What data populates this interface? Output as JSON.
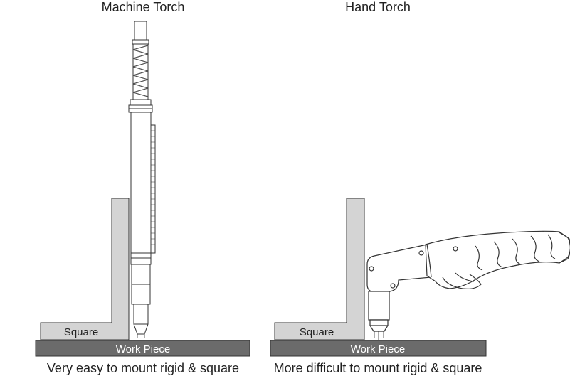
{
  "left": {
    "title": "Machine Torch",
    "square_label": "Square",
    "workpiece_label": "Work Piece",
    "caption": "Very easy to mount rigid & square"
  },
  "right": {
    "title": "Hand Torch",
    "square_label": "Square",
    "workpiece_label": "Work Piece",
    "caption": "More difficult to mount rigid & square"
  },
  "colors": {
    "square_fill": "#d4d4d4",
    "workpiece_fill": "#6b6b6b",
    "outline": "#333333"
  }
}
